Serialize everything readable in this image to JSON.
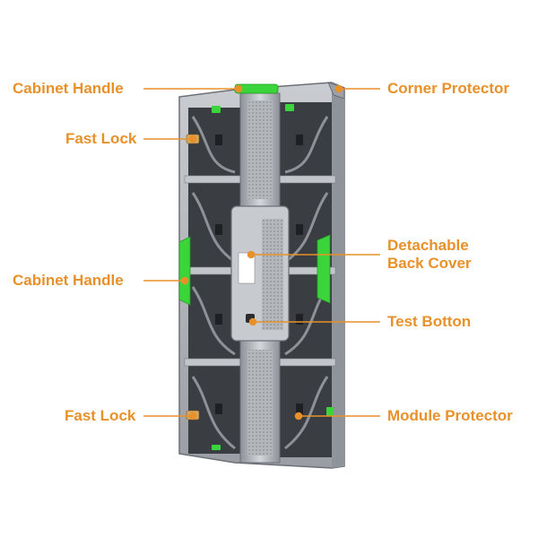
{
  "labels": {
    "cabinet_handle_top": "Cabinet Handle",
    "fast_lock_top": "Fast Lock",
    "cabinet_handle_side": "Cabinet Handle",
    "fast_lock_bottom": "Fast Lock",
    "corner_protector": "Corner Protector",
    "detachable_back_cover_line1": "Detachable",
    "detachable_back_cover_line2": "Back Cover",
    "test_button": "Test Botton",
    "module_protector": "Module Protector"
  },
  "colors": {
    "label": "#e8912a",
    "handle_green": "#3bd43a",
    "frame": "#b8bcc2",
    "frame_dark": "#6c7077",
    "panel": "#3a3d42"
  },
  "icons": {
    "callout_dot": "circle-dot"
  }
}
